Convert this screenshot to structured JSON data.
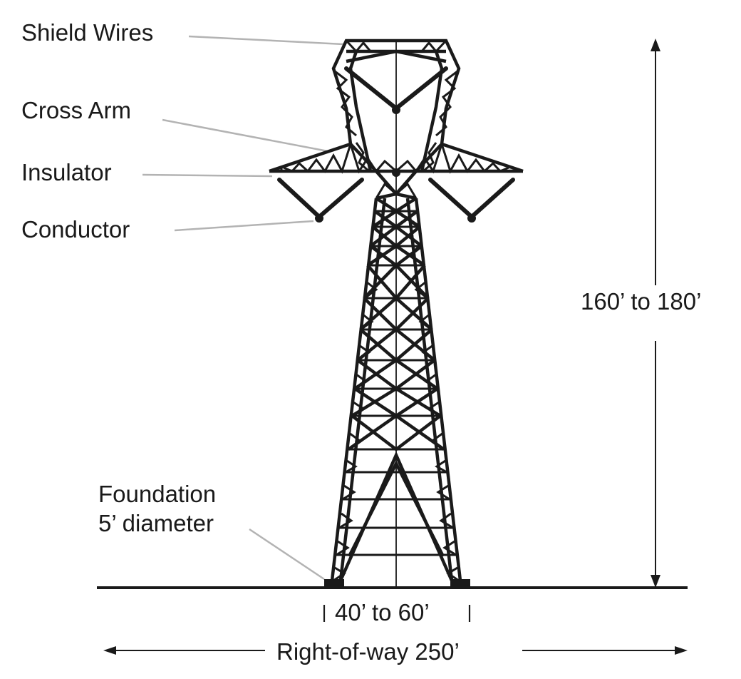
{
  "labels": {
    "shield_wires": "Shield Wires",
    "cross_arm": "Cross Arm",
    "insulator": "Insulator",
    "conductor": "Conductor",
    "foundation_line1": "Foundation",
    "foundation_line2": "5’ diameter",
    "height": "160’ to 180’",
    "base_width": "40’ to 60’",
    "right_of_way": "Right-of-way 250’"
  },
  "colors": {
    "ink": "#1a1a1a",
    "leader": "#b3b3b3",
    "background": "#ffffff"
  }
}
